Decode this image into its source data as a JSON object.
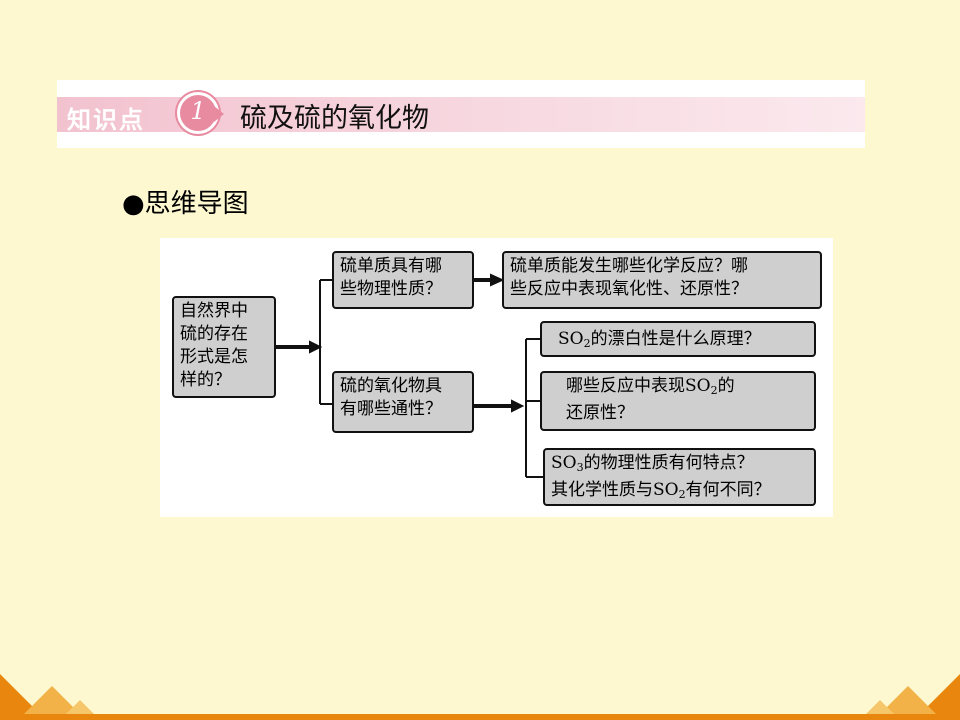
{
  "banner": {
    "tag": "知识点",
    "number": "1",
    "title": "硫及硫的氧化物"
  },
  "section_title": "●思维导图",
  "diagram": {
    "root": [
      "自然界中",
      "硫的存在",
      "形式是怎",
      "样的？"
    ],
    "a": [
      "硫单质具有哪",
      "些物理性质？"
    ],
    "b": [
      "硫单质能发生哪些化学反应？哪",
      "些反应中表现氧化性、还原性？"
    ],
    "c": [
      "硫的氧化物具",
      "有哪些通性？"
    ],
    "d": {
      "pre": "SO",
      "sub": "2",
      "post": "的漂白性是什么原理？"
    },
    "e": {
      "l1_pre": "哪些反应中表现SO",
      "l1_sub": "2",
      "l1_post": "的",
      "l2": "还原性？"
    },
    "f": {
      "l1_pre": "SO",
      "l1_sub": "3",
      "l1_post": "的物理性质有何特点？",
      "l2_pre": "其化学性质与SO",
      "l2_sub": "2",
      "l2_post": "有何不同？"
    }
  },
  "colors": {
    "background": "#fdf8d0",
    "banner_pink": "#f2c2cf",
    "box_gray": "#cfcfcf",
    "accent_orange": "#e8860e"
  }
}
